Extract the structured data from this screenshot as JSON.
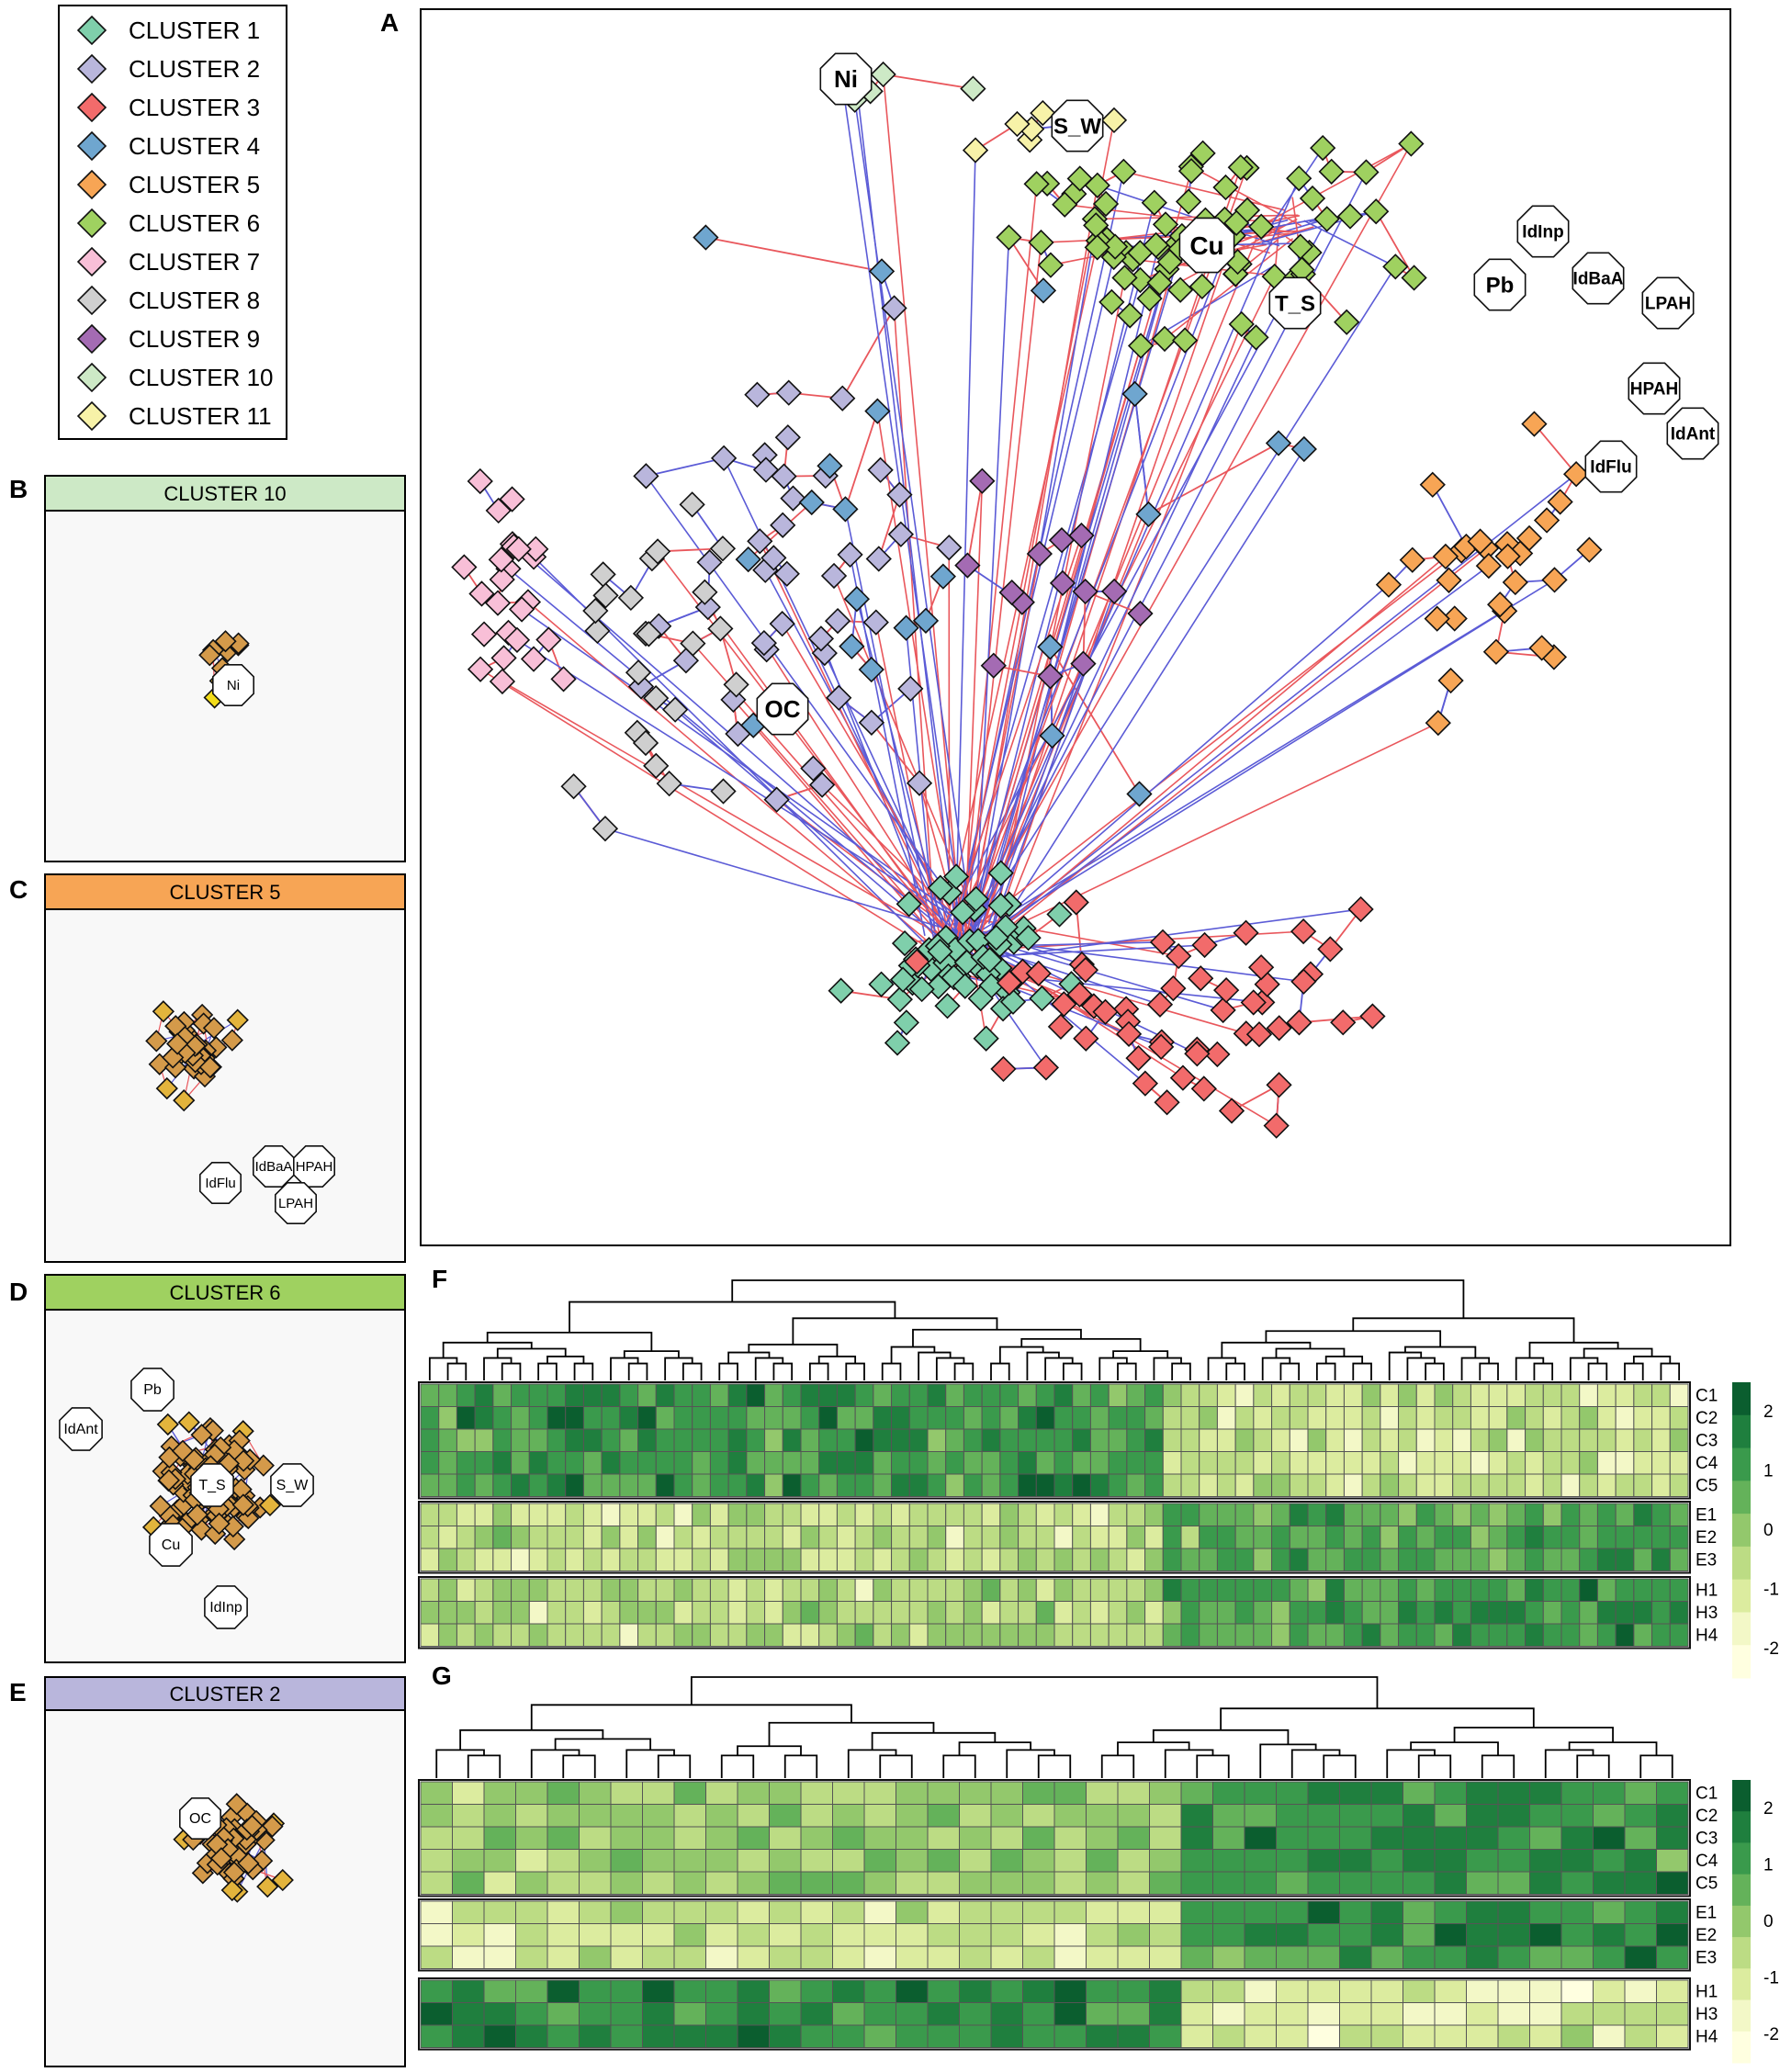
{
  "legend": {
    "items": [
      {
        "label": "CLUSTER 1",
        "color": "#7fcfab"
      },
      {
        "label": "CLUSTER 2",
        "color": "#b9b6dc"
      },
      {
        "label": "CLUSTER 3",
        "color": "#f26b6b"
      },
      {
        "label": "CLUSTER 4",
        "color": "#6fa6cf"
      },
      {
        "label": "CLUSTER 5",
        "color": "#f7a555"
      },
      {
        "label": "CLUSTER 6",
        "color": "#9fd160"
      },
      {
        "label": "CLUSTER 7",
        "color": "#f8bfd7"
      },
      {
        "label": "CLUSTER 8",
        "color": "#cfcfcf"
      },
      {
        "label": "CLUSTER 9",
        "color": "#a46bb3"
      },
      {
        "label": "CLUSTER 10",
        "color": "#cde9c6"
      },
      {
        "label": "CLUSTER 11",
        "color": "#f7f2a8"
      }
    ]
  },
  "panel_letters": {
    "a": "A",
    "b": "B",
    "c": "C",
    "d": "D",
    "e": "E",
    "f": "F",
    "g": "G"
  },
  "network": {
    "hub_labels": [
      "Ni",
      "S_W",
      "Cu",
      "T_S",
      "Pb",
      "IdInp",
      "IdBaA",
      "LPAH",
      "HPAH",
      "IdAnt",
      "IdFlu",
      "OC"
    ],
    "edge_colors": {
      "positive": "#e9575c",
      "negative": "#5b5bd6"
    }
  },
  "subpanels": {
    "b": {
      "title": "CLUSTER 10",
      "color": "#cde9c6",
      "labels": [
        "Ni"
      ]
    },
    "c": {
      "title": "CLUSTER 5",
      "color": "#f7a555",
      "labels": [
        "IdFlu",
        "IdBaA",
        "HPAH",
        "LPAH"
      ]
    },
    "d": {
      "title": "CLUSTER 6",
      "color": "#9fd160",
      "labels": [
        "Pb",
        "IdAnt",
        "T_S",
        "S_W",
        "Cu",
        "IdInp"
      ]
    },
    "e": {
      "title": "CLUSTER 2",
      "color": "#b9b6dc",
      "labels": [
        "OC"
      ]
    }
  },
  "heatmaps": {
    "f": {
      "rows": [
        [
          "C1",
          "C2",
          "C3",
          "C4",
          "C5"
        ],
        [
          "E1",
          "E2",
          "E3"
        ],
        [
          "H1",
          "H3",
          "H4"
        ]
      ]
    },
    "g": {
      "rows": [
        [
          "C1",
          "C2",
          "C3",
          "C4",
          "C5"
        ],
        [
          "E1",
          "E2",
          "E3"
        ],
        [
          "H1",
          "H3",
          "H4"
        ]
      ]
    },
    "scale_ticks": [
      "2",
      "1",
      "0",
      "-1",
      "-2"
    ],
    "scale_colors": [
      "#0b5e2f",
      "#1f7f3e",
      "#3a9a4c",
      "#64b25a",
      "#93c86c",
      "#bcdc84",
      "#dcec9f",
      "#f3f8c7",
      "#ffffe0"
    ]
  }
}
